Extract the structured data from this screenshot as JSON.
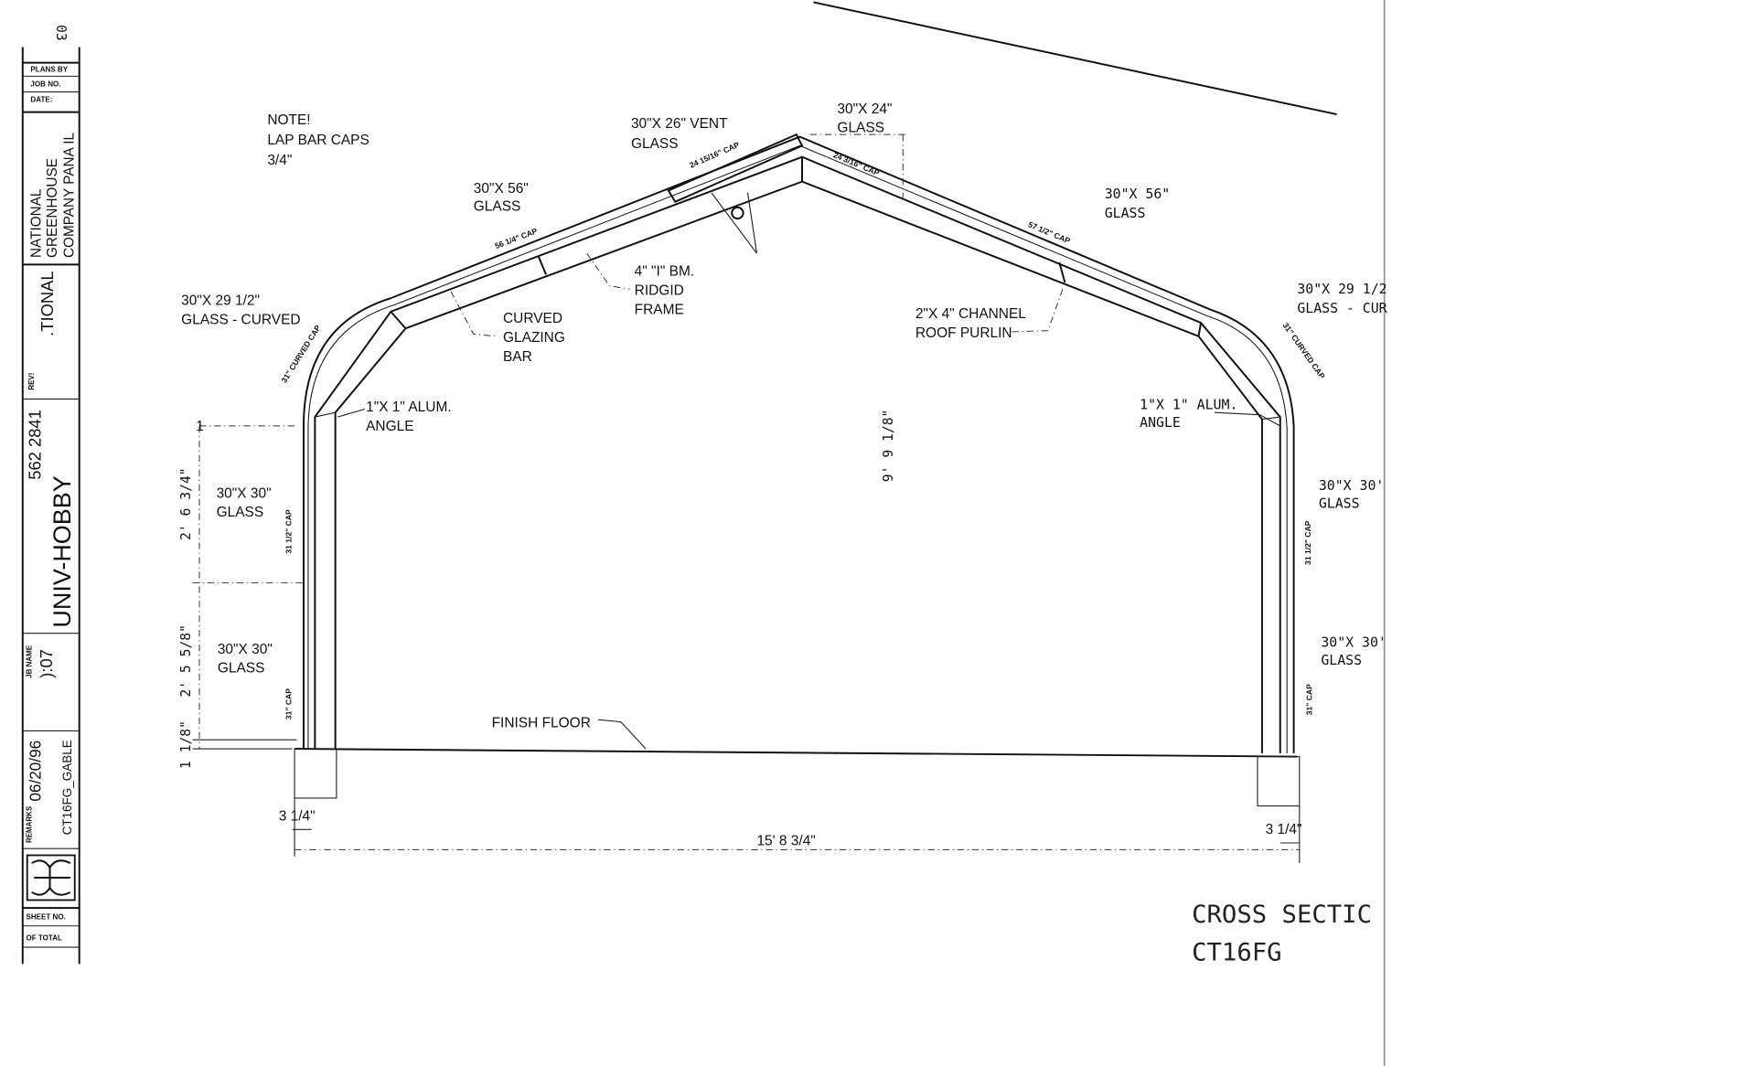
{
  "title_block": {
    "sheet_top": "03",
    "plans_by": "PLANS BY",
    "job_no": "JOB NO.",
    "date_label": "DATE:",
    "company_line1": "NATIONAL",
    "company_line2": "GREENHOUSE",
    "company_line3": "COMPANY PANA IL",
    "company_partial": ".TIONAL",
    "rev_label": "REV!",
    "project": "UNIV-HOBBY",
    "phone": "562 2841",
    "job_name_label": "JB NAME",
    "job_name_value": "):07",
    "date_value": "06/20/96",
    "remarks_label": "REMARKS",
    "remarks_value": "CT16FG_GABLE",
    "sheet_no": "SHEET NO.",
    "of_total": "OF TOTAL",
    "logo": "NG logo"
  },
  "labels": {
    "note_1": "NOTE!",
    "note_2": "LAP BAR CAPS",
    "note_3": "3/4\"",
    "vent_1": "30\"X 26\" VENT",
    "vent_2": "GLASS",
    "ridge_glass_1": "30\"X 24\"",
    "ridge_glass_2": "GLASS",
    "roof_left_1": "30\"X 56\"",
    "roof_left_2": "GLASS",
    "roof_right_1": "30\"X 56\"",
    "roof_right_2": "GLASS",
    "curve_left_1": "30\"X 29 1/2\"",
    "curve_left_2": "GLASS - CURVED",
    "curve_right_1": "30\"X 29 1/2",
    "curve_right_2": "GLASS - CUR",
    "beam_1": "4\" \"I\" BM.",
    "beam_2": "RIDGID",
    "beam_3": "FRAME",
    "glazing_1": "CURVED",
    "glazing_2": "GLAZING",
    "glazing_3": "BAR",
    "purlin_1": "2\"X 4\" CHANNEL",
    "purlin_2": "ROOF PURLIN",
    "angle_left_1": "1\"X 1\" ALUM.",
    "angle_left_2": "ANGLE",
    "angle_right_1": "1\"X 1\" ALUM.",
    "angle_right_2": "ANGLE",
    "wall_left_upper_1": "30\"X 30\"",
    "wall_left_upper_2": "GLASS",
    "wall_left_lower_1": "30\"X 30\"",
    "wall_left_lower_2": "GLASS",
    "wall_right_upper_1": "30\"X 30'",
    "wall_right_upper_2": "GLASS",
    "wall_right_lower_1": "30\"X 30'",
    "wall_right_lower_2": "GLASS",
    "finish_floor": "FINISH FLOOR"
  },
  "caps": {
    "cap_vent": "24 15/16\" CAP",
    "cap_ridge_right": "24 3/16\" CAP",
    "cap_roof_left": "56 1/4\" CAP",
    "cap_roof_right": "57 1/2\" CAP",
    "cap_curve_left": "31\" CURVED CAP",
    "cap_curve_right": "31\" CURVED CAP",
    "cap_wall_left_upper": "31 1/2\" CAP",
    "cap_wall_left_lower": "31\" CAP",
    "cap_wall_right_upper": "31 1/2\" CAP",
    "cap_wall_right_lower": "31\" CAP"
  },
  "dimensions": {
    "height_total": "9' 9 1/8\"",
    "wall_upper": "2' 6 3/4\"",
    "wall_lower": "2' 5 5/8\"",
    "base": "1 1/8\"",
    "width": "15' 8 3/4\"",
    "footing_left": "3 1/4\"",
    "footing_right": "3 1/4\"",
    "mark_1": "1"
  },
  "sheet": {
    "title": "CROSS SECTIC",
    "model": "CT16FG"
  }
}
